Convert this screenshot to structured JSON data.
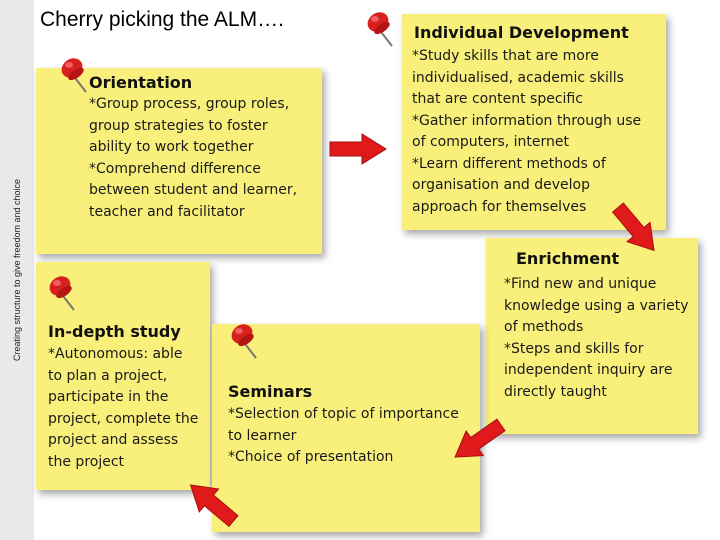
{
  "sidebar_text": "Creating structure to give freedom and choice",
  "title": "Cherry picking the ALM….",
  "notes": {
    "orientation": {
      "heading": "Orientation",
      "lines": [
        "*Group process, group roles,",
        "group strategies to foster",
        "ability to work together",
        "*Comprehend difference",
        "between student and learner,",
        "teacher and facilitator"
      ]
    },
    "individual": {
      "heading": "Individual Development",
      "lines": [
        "*Study skills that are more",
        "individualised, academic skills",
        "that are content specific",
        "*Gather information through use",
        "of computers, internet",
        "*Learn different methods of",
        "organisation and develop",
        "approach for themselves"
      ]
    },
    "enrichment": {
      "heading": "Enrichment",
      "lines": [
        "*Find new and unique",
        "knowledge using a variety",
        "of methods",
        "*Steps and skills for",
        "independent inquiry are",
        "directly taught"
      ]
    },
    "indepth": {
      "heading": "In-depth study",
      "lines": [
        "*Autonomous: able",
        "to plan a project,",
        "participate in the",
        "project, complete the",
        "project and assess",
        "the project"
      ]
    },
    "seminars": {
      "heading": "Seminars",
      "lines": [
        "*Selection of topic of importance",
        "to learner",
        "*Choice of presentation"
      ]
    }
  },
  "colors": {
    "note": "#f8f07a",
    "pin": "#d8201e",
    "arrow": "#e01a1a",
    "sidebar": "#e9e9e9"
  },
  "icons": [
    "push-pin-icon",
    "red-arrow-icon"
  ]
}
